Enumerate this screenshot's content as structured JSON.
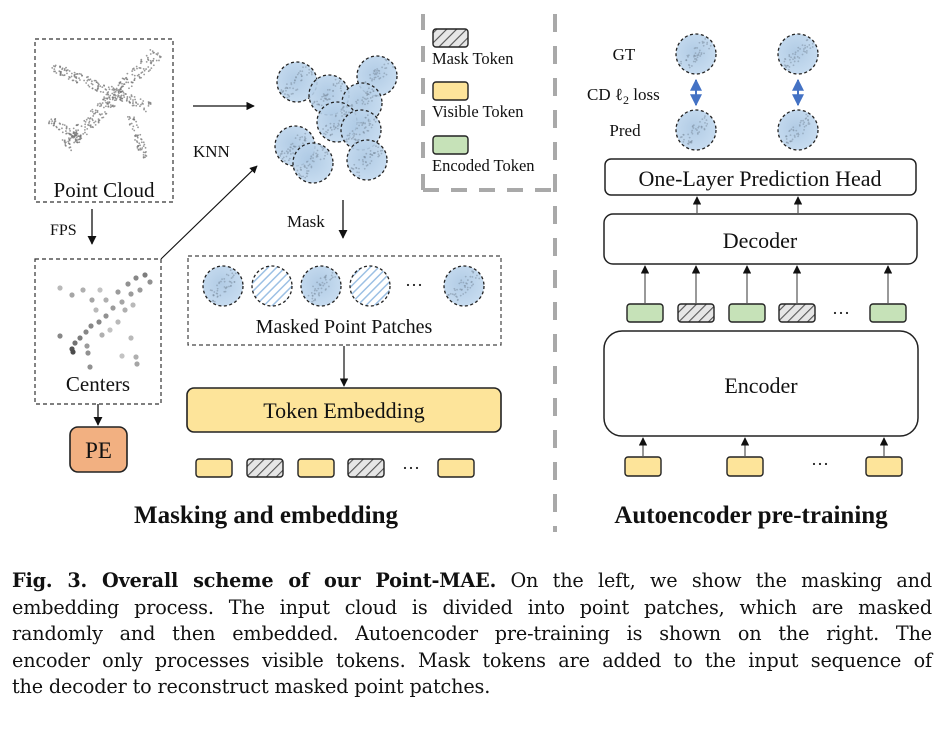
{
  "figure": {
    "left_panel": {
      "title": "Masking and embedding",
      "point_cloud_label": "Point Cloud",
      "fps_label": "FPS",
      "knn_label": "KNN",
      "centers_label": "Centers",
      "pe_label": "PE",
      "mask_label": "Mask",
      "masked_patches_label": "Masked Point Patches",
      "token_embedding_label": "Token Embedding",
      "patch_sequence": [
        "visible",
        "masked",
        "visible",
        "masked",
        "ellipsis",
        "visible"
      ],
      "token_sequence": [
        "visible",
        "mask",
        "visible",
        "mask",
        "ellipsis",
        "visible"
      ],
      "ellipsis": "···"
    },
    "legend": {
      "items": [
        {
          "label": "Mask Token",
          "type": "mask"
        },
        {
          "label": "Visible Token",
          "type": "visible"
        },
        {
          "label": "Encoded Token",
          "type": "encoded"
        }
      ]
    },
    "right_panel": {
      "title": "Autoencoder pre-training",
      "gt_label": "GT",
      "loss_label": "CD ℓ",
      "loss_sub": "2",
      "loss_suffix": " loss",
      "pred_label": "Pred",
      "prediction_head_label": "One-Layer Prediction Head",
      "decoder_label": "Decoder",
      "encoder_label": "Encoder",
      "decoder_input_sequence": [
        "encoded",
        "mask",
        "encoded",
        "mask",
        "ellipsis",
        "encoded"
      ],
      "encoder_input_sequence": [
        "visible",
        "visible",
        "ellipsis",
        "visible"
      ],
      "ellipsis": "···"
    },
    "colors": {
      "visible_token": "#fde49a",
      "encoded_token": "#c6e2b8",
      "mask_token_bg": "#e6e6e6",
      "pe_box": "#f2b081",
      "token_embedding_box": "#fde49a",
      "patch_fill": "#bcd6ee",
      "loss_arrow": "#4472c4",
      "divider": "#a9a9a9"
    }
  },
  "caption": {
    "bold_lead": "Fig. 3. Overall scheme of our Point-MAE.",
    "lines": [
      " On the left, we show the masking and",
      "embedding process. The input cloud is divided into point patches, which are masked",
      "randomly and then embedded. Autoencoder pre-training is shown on the right. The",
      "encoder only processes visible tokens. Mask tokens are added to the input sequence of",
      "the decoder to reconstruct masked point patches."
    ]
  }
}
